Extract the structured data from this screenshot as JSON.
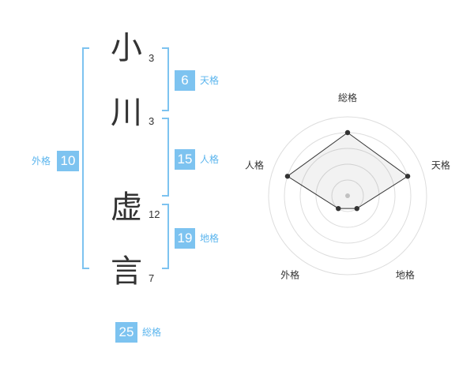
{
  "name": {
    "chars": [
      {
        "char": "小",
        "strokes": "3"
      },
      {
        "char": "川",
        "strokes": "3"
      },
      {
        "char": "虚",
        "strokes": "12"
      },
      {
        "char": "言",
        "strokes": "7"
      }
    ]
  },
  "kaku": {
    "tenkaku": {
      "label": "天格",
      "value": "6"
    },
    "jinkaku": {
      "label": "人格",
      "value": "15"
    },
    "chikaku": {
      "label": "地格",
      "value": "19"
    },
    "gaikaku": {
      "label": "外格",
      "value": "10"
    },
    "soukaku": {
      "label": "総格",
      "value": "25"
    }
  },
  "colors": {
    "accent": "#7dc3f0",
    "label": "#5bb5ee",
    "text": "#333333"
  },
  "chart_data": {
    "type": "radar",
    "axes": [
      "総格",
      "天格",
      "地格",
      "外格",
      "人格"
    ],
    "values": [
      4,
      4,
      1,
      1,
      4
    ],
    "max": 5,
    "grid": true
  }
}
